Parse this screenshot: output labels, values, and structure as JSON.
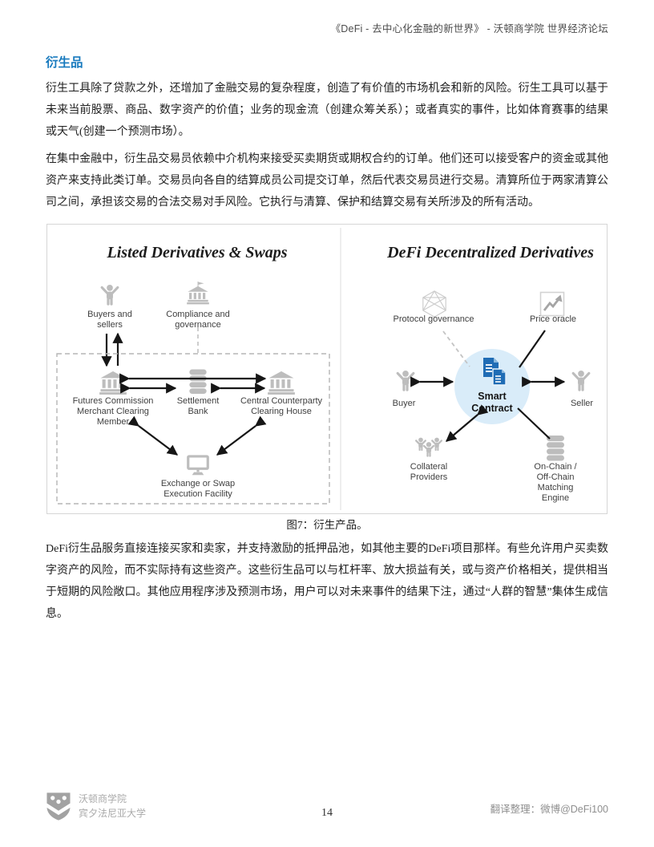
{
  "colors": {
    "heading_blue": "#187abe",
    "contract_blue": "#1f6cb5",
    "hub_circle_blue": "#d9ecf9",
    "icon_gray": "#bdbdbd"
  },
  "header": {
    "title": "《DeFi - 去中心化金融的新世界》 - 沃顿商学院 世界经济论坛"
  },
  "body": {
    "heading": "衍生品",
    "para1": "衍生工具除了贷款之外，还增加了金融交易的复杂程度，创造了有价值的市场机会和新的风险。衍生工具可以基于未来当前股票、商品、数字资产的价值；业务的现金流（创建众筹关系）；或者真实的事件，比如体育赛事的结果或天气(创建一个预测市场）。",
    "para2": "在集中金融中，衍生品交易员依赖中介机构来接受买卖期货或期权合约的订单。他们还可以接受客户的资金或其他资产来支持此类订单。交易员向各自的结算成员公司提交订单，然后代表交易员进行交易。清算所位于两家清算公司之间，承担该交易的合法交易对手风险。它执行与清算、保护和结算交易有关所涉及的所有活动。",
    "para3": "DeFi衍生品服务直接连接买家和卖家，并支持激励的抵押品池，如其他主要的DeFi项目那样。有些允许用户买卖数字资产的风险，而不实际持有这些资产。这些衍生品可以与杠杆率、放大损益有关，或与资产价格相关，提供相当于短期的风险敞口。其他应用程序涉及预测市场，用户可以对未来事件的结果下注，通过“人群的智慧”集体生成信息。"
  },
  "figure": {
    "caption": "图7：衍生产品。",
    "left": {
      "title": "Listed Derivatives & Swaps",
      "buyers": "Buyers and\nsellers",
      "compliance": "Compliance and\ngovernance",
      "fcm": "Futures Commission\nMerchant Clearing\nMember",
      "settlement": "Settlement\nBank",
      "ccp": "Central Counterparty\nClearing House",
      "exchange": "Exchange or Swap\nExecution Facility"
    },
    "right": {
      "title": "DeFi Decentralized Derivatives",
      "protocol": "Protocol governance",
      "oracle": "Price oracle",
      "buyer": "Buyer",
      "seller": "Seller",
      "smart_contract": "Smart\nContract",
      "collateral": "Collateral\nProviders",
      "matching": "On-Chain / Off-Chain\nMatching Engine"
    }
  },
  "footer": {
    "org_line1": "沃顿商学院",
    "org_line2": "宾夕法尼亚大学",
    "page_number": "14",
    "credit": "翻译整理：微博@DeFi100"
  }
}
